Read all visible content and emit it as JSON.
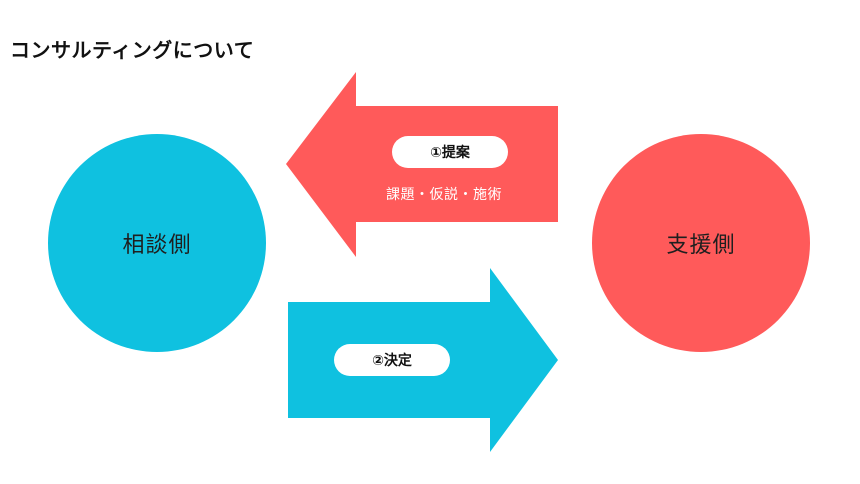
{
  "title": "コンサルティングについて",
  "nodes": {
    "left": {
      "label": "相談側",
      "color": "#0fc1e0"
    },
    "right": {
      "label": "支援側",
      "color": "#ff5a5a"
    }
  },
  "arrows": {
    "proposal": {
      "label": "①提案",
      "sublabel": "課題・仮説・施術",
      "color": "#ff5a5a",
      "direction": "left"
    },
    "decision": {
      "label": "②決定",
      "color": "#0fc1e0",
      "direction": "right"
    }
  }
}
